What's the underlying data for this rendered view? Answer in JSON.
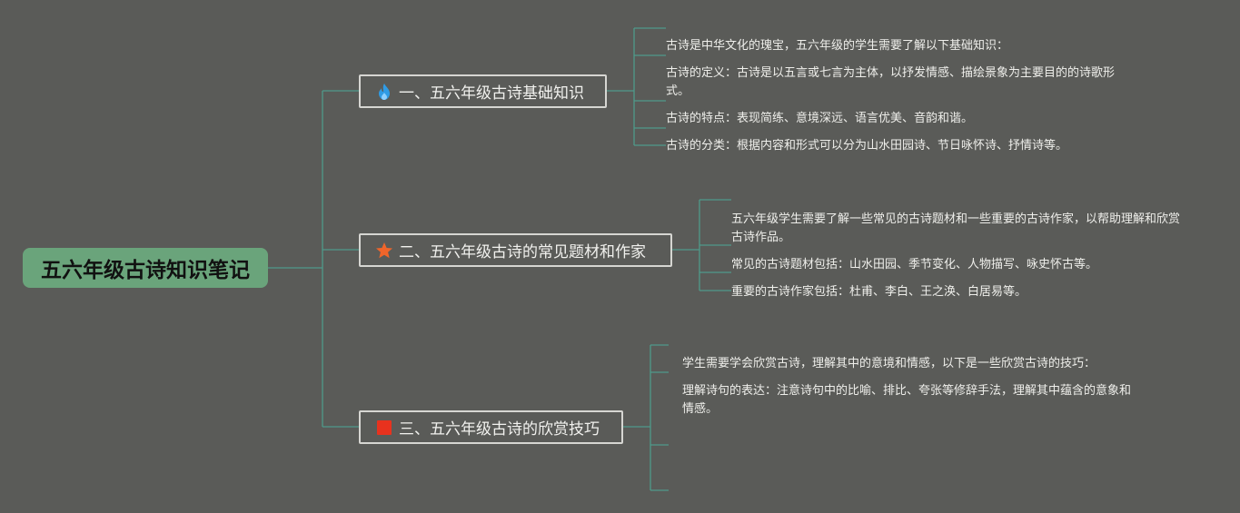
{
  "root": {
    "title": "五六年级古诗知识笔记"
  },
  "branches": [
    {
      "title": "一、五六年级古诗基础知识",
      "icon": "fire-icon",
      "icon_color": "#2f9be5",
      "items": [
        "古诗是中华文化的瑰宝，五六年级的学生需要了解以下基础知识：",
        "古诗的定义：古诗是以五言或七言为主体，以抒发情感、描绘景象为主要目的的诗歌形式。",
        "古诗的特点：表现简练、意境深远、语言优美、音韵和谐。",
        "古诗的分类：根据内容和形式可以分为山水田园诗、节日咏怀诗、抒情诗等。"
      ]
    },
    {
      "title": "二、五六年级古诗的常见题材和作家",
      "icon": "star-icon",
      "icon_color": "#f0652a",
      "items": [
        "五六年级学生需要了解一些常见的古诗题材和一些重要的古诗作家，以帮助理解和欣赏古诗作品。",
        "常见的古诗题材包括：山水田园、季节变化、人物描写、咏史怀古等。",
        "重要的古诗作家包括：杜甫、李白、王之涣、白居易等。"
      ]
    },
    {
      "title": "三、五六年级古诗的欣赏技巧",
      "icon": "red-square-icon",
      "icon_color": "#e8321e",
      "items": [
        "学生需要学会欣赏古诗，理解其中的意境和情感，以下是一些欣赏古诗的技巧：",
        "理解诗句的表达：注意诗句中的比喻、排比、夸张等修辞手法，理解其中蕴含的意象和情感。",
        "",
        ""
      ]
    }
  ]
}
